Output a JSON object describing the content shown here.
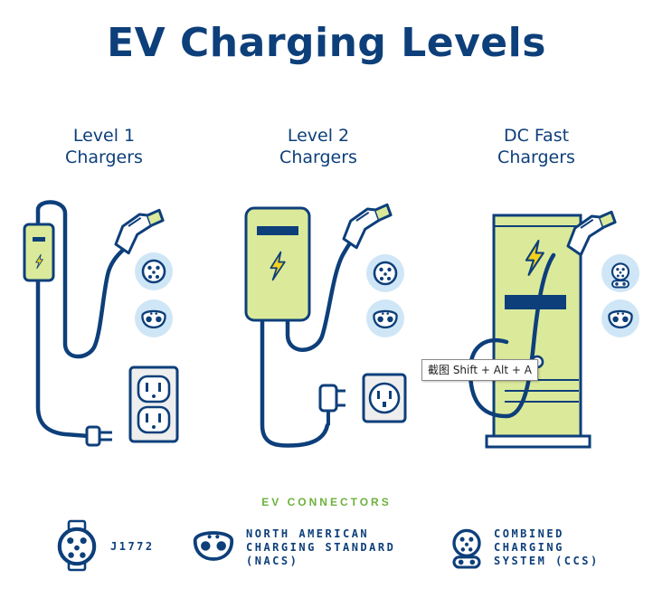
{
  "title": "EV Charging Levels",
  "columns": [
    {
      "line1": "Level 1",
      "line2": "Chargers"
    },
    {
      "line1": "Level 2",
      "line2": "Chargers"
    },
    {
      "line1": "DC Fast",
      "line2": "Chargers"
    }
  ],
  "tooltip": "截图 Shift + Alt + A",
  "legend": {
    "heading": "EV CONNECTORS",
    "items": [
      {
        "lines": [
          "J1772"
        ]
      },
      {
        "lines": [
          "NORTH AMERICAN",
          "CHARGING STANDARD",
          "(NACS)"
        ]
      },
      {
        "lines": [
          "COMBINED",
          "CHARGING",
          "SYSTEM (CCS)"
        ]
      }
    ]
  },
  "colors": {
    "navy": "#0d3f7a",
    "lime": "#dbe99b",
    "light_blue": "#cfe6f7",
    "yellow": "#f4d21b",
    "green": "#6cb23d"
  }
}
